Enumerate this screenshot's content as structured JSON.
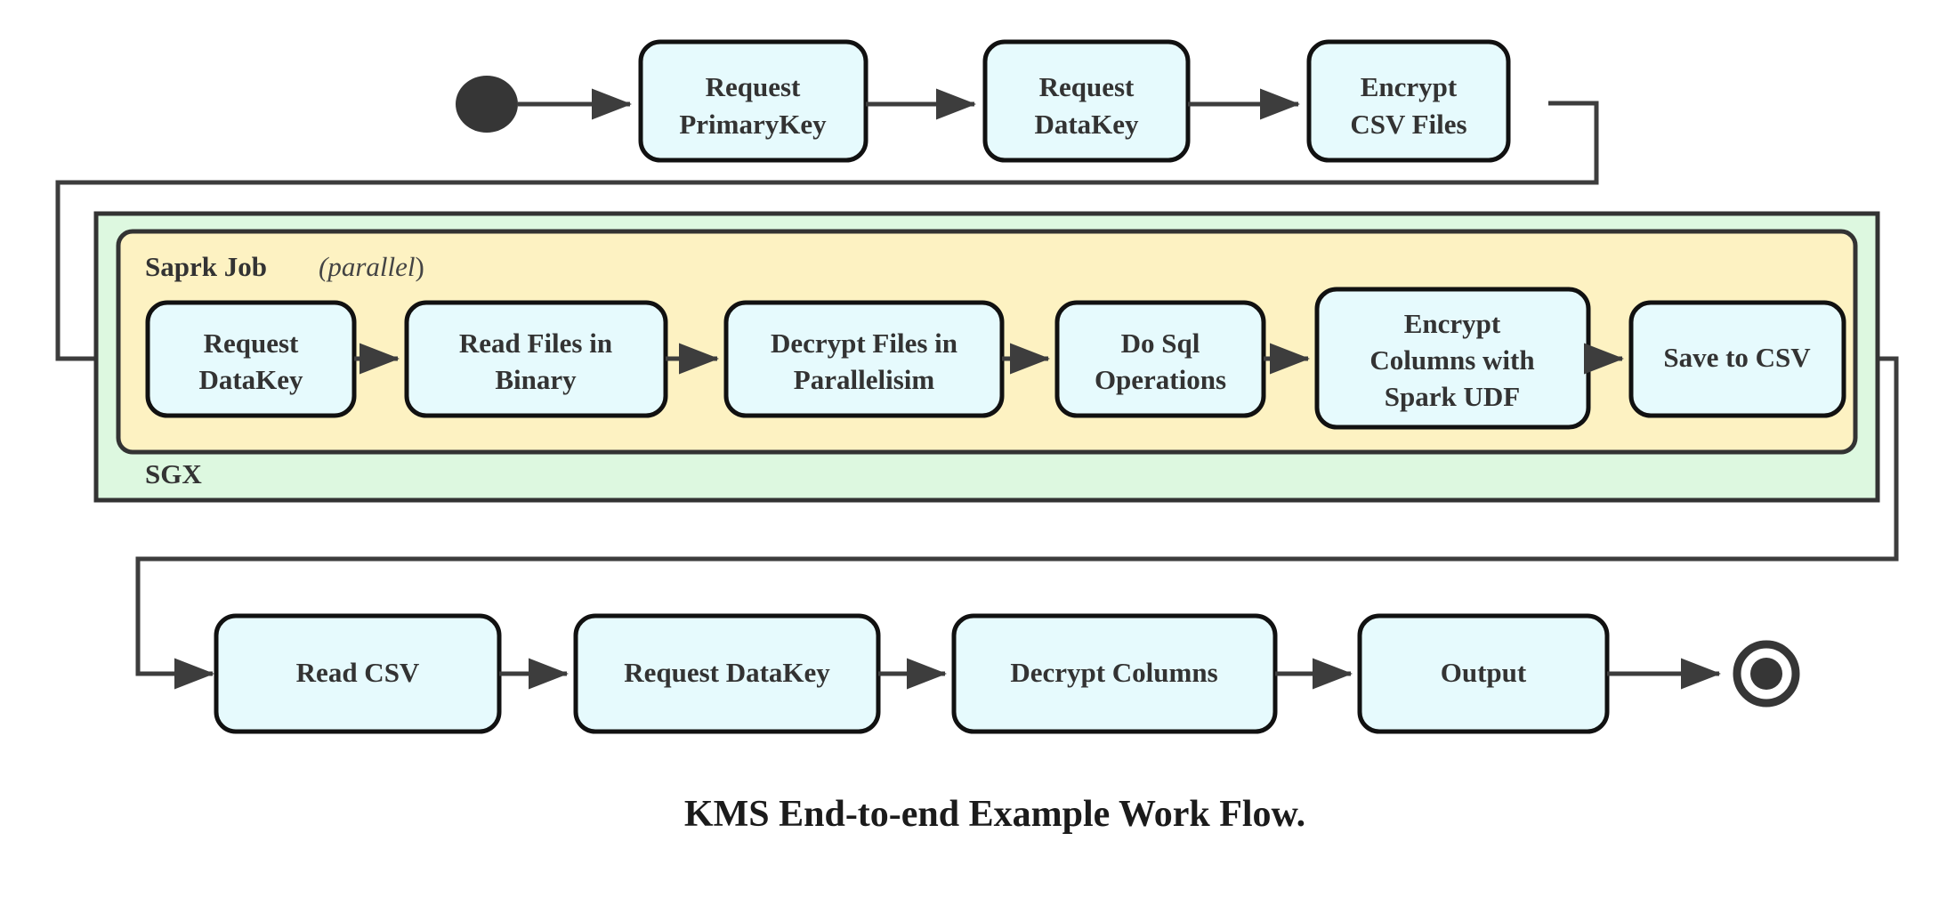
{
  "diagram": {
    "caption": "KMS End-to-end Example Work Flow.",
    "colors": {
      "node_fill": "#e6fafd",
      "node_stroke": "#111111",
      "sgx_fill": "#ddf8e0",
      "spark_fill": "#fdf2c2",
      "edge": "#3d3d3d",
      "text": "#333333"
    },
    "start_node": "start-dot",
    "end_node": "end-state-ring",
    "containers": [
      {
        "name": "sgx",
        "label": "SGX",
        "label_position": "bottom-left",
        "fill": "#ddf8e0"
      },
      {
        "name": "spark-job",
        "label": "Saprk Job",
        "sub_label_open": "(",
        "sub_label": "parallel",
        "sub_label_close": ")",
        "label_position": "top-left",
        "fill": "#fdf2c2"
      }
    ],
    "rows": {
      "top": [
        {
          "id": "request-primarykey",
          "lines": [
            "Request",
            "PrimaryKey"
          ]
        },
        {
          "id": "request-datakey-top",
          "lines": [
            "Request",
            "DataKey"
          ]
        },
        {
          "id": "encrypt-csv-files",
          "lines": [
            "Encrypt",
            "CSV Files"
          ]
        }
      ],
      "spark": [
        {
          "id": "request-datakey-spark",
          "lines": [
            "Request",
            "DataKey"
          ]
        },
        {
          "id": "read-files-in-binary",
          "lines": [
            "Read Files in",
            "Binary"
          ]
        },
        {
          "id": "decrypt-files-in-parallelisim",
          "lines": [
            "Decrypt Files in",
            "Parallelisim"
          ]
        },
        {
          "id": "do-sql-operations",
          "lines": [
            "Do Sql",
            "Operations"
          ]
        },
        {
          "id": "encrypt-columns-with-spark-udf",
          "lines": [
            "Encrypt",
            "Columns with",
            "Spark UDF"
          ]
        },
        {
          "id": "save-to-csv",
          "lines": [
            "Save to CSV"
          ]
        }
      ],
      "bottom": [
        {
          "id": "read-csv",
          "lines": [
            "Read CSV"
          ]
        },
        {
          "id": "request-datakey-bottom",
          "lines": [
            "Request DataKey"
          ]
        },
        {
          "id": "decrypt-columns",
          "lines": [
            "Decrypt Columns"
          ]
        },
        {
          "id": "output",
          "lines": [
            "Output"
          ]
        }
      ]
    }
  }
}
